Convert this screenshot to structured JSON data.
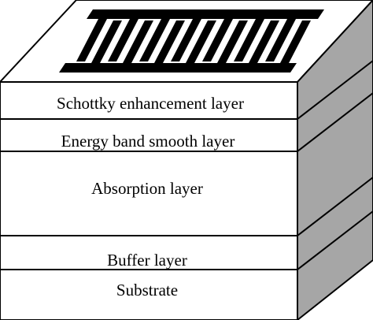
{
  "diagram": {
    "layers": [
      {
        "label": "Schottky enhancement layer"
      },
      {
        "label": "Energy band smooth layer"
      },
      {
        "label": "Absorption layer"
      },
      {
        "label": "Buffer layer"
      },
      {
        "label": "Substrate"
      }
    ],
    "electrode": {
      "icon": "interdigitated-electrode-icon"
    },
    "colors": {
      "front": "#ffffff",
      "top": "#ffffff",
      "side": "#a6a6a6",
      "stroke": "#000000",
      "electrode": "#000000"
    }
  }
}
